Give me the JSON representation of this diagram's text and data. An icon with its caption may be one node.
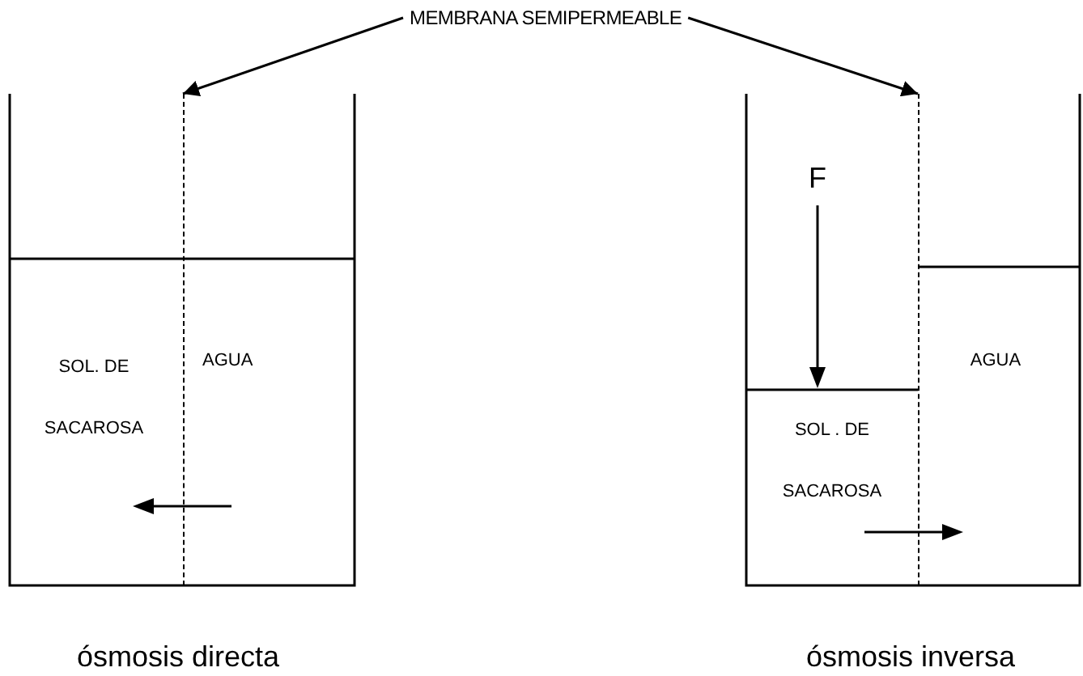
{
  "diagram": {
    "nodes": [
      {
        "text": [
          "MEMBRANA SEMIPERMEABLE"
        ]
      },
      {
        "text": [],
        "shape": "bar"
      },
      {
        "text": [],
        "shape": "bar"
      }
    ],
    "edges": [
      {
        "from": 0,
        "to": 1,
        "arrow": "to"
      },
      {
        "from": 0,
        "to": 2,
        "arrow": "to"
      }
    ],
    "labels": [
      "SOL. DE SACAROSA",
      "AGUA",
      "ósmosis directa",
      "F",
      "SOL . DE SACAROSA",
      "AGUA",
      "ósmosis inversa"
    ]
  }
}
